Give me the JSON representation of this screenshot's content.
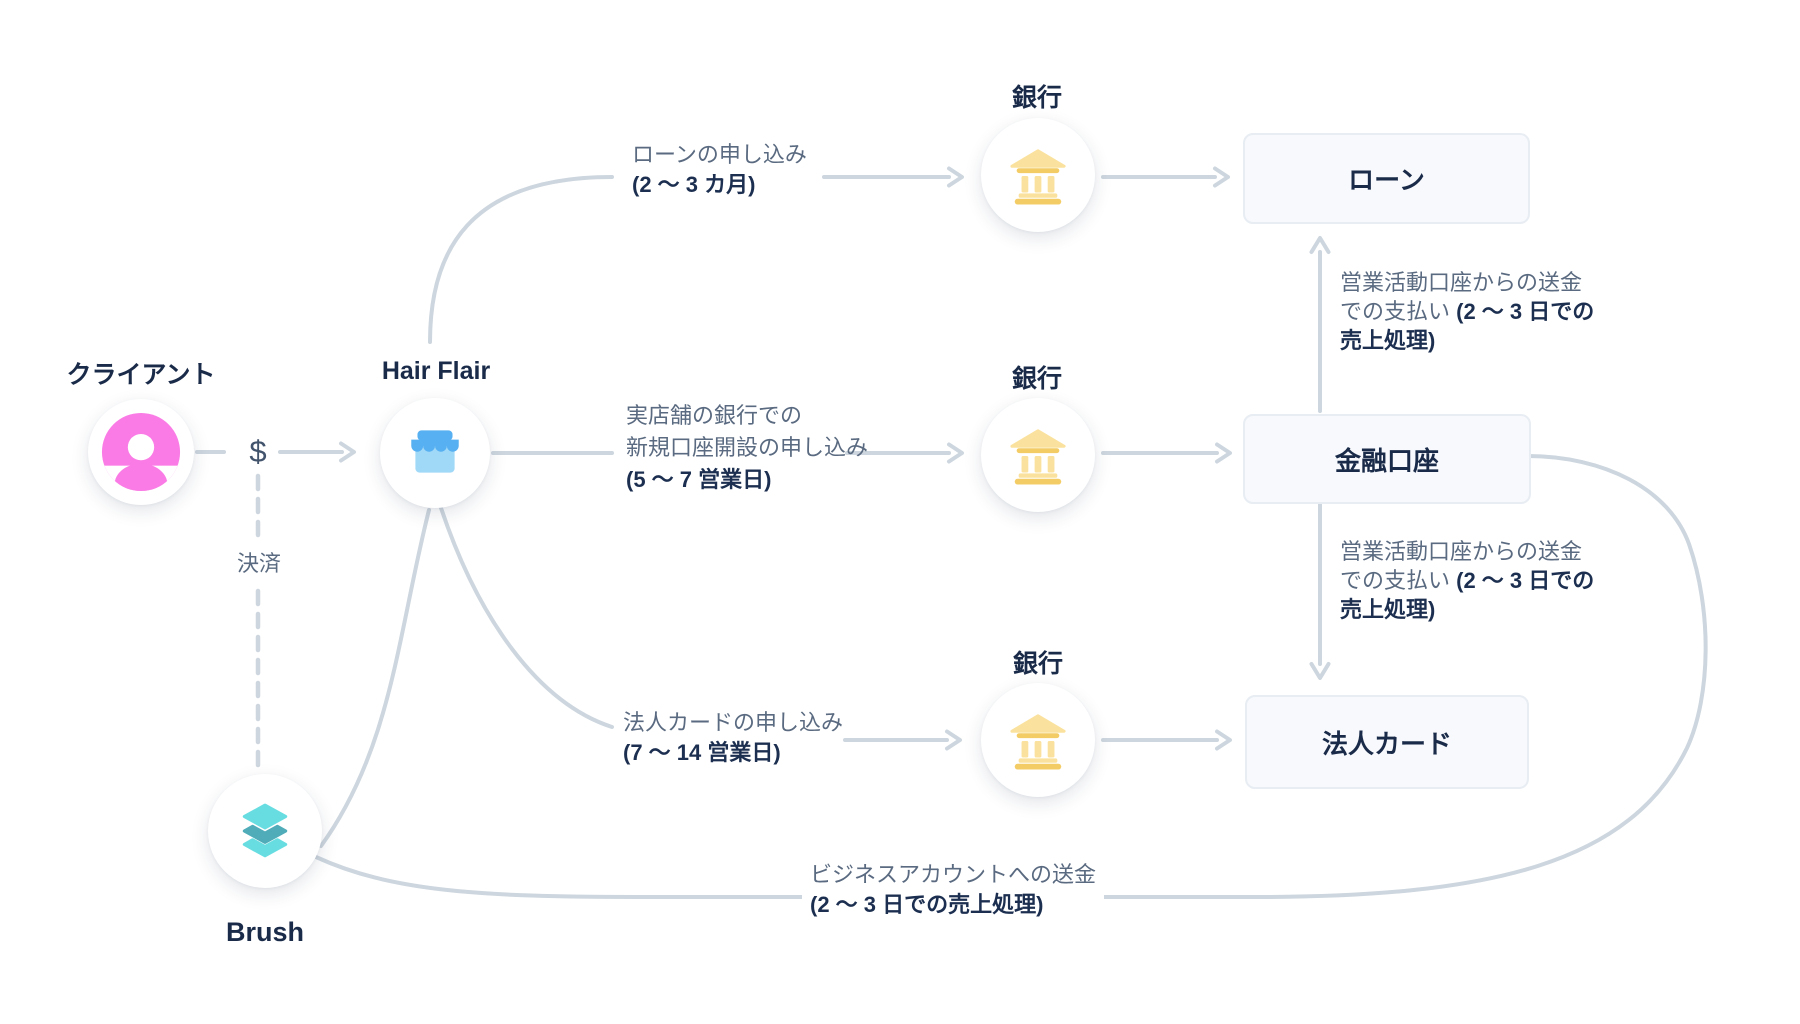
{
  "diagram_title": "Brush / Hair Flair payment flow diagram",
  "nodes": {
    "client": {
      "label": "クライアント"
    },
    "hair_flair": {
      "label": "Hair Flair"
    },
    "brush": {
      "label": "Brush"
    },
    "bank_top": {
      "label": "銀行"
    },
    "bank_mid": {
      "label": "銀行"
    },
    "bank_bottom": {
      "label": "銀行"
    },
    "loan_box": {
      "label": "ローン"
    },
    "account_box": {
      "label": "金融口座"
    },
    "card_box": {
      "label": "法人カード"
    }
  },
  "edges": {
    "payment_symbol": "$",
    "settlement_label": "決済",
    "loan_application": {
      "line1": "ローンの申し込み",
      "line2": "(2 〜 3 カ月)"
    },
    "account_application": {
      "line1": "実店舗の銀行での",
      "line2": "新規口座開設の申し込み",
      "line3": "(5 〜 7 営業日)"
    },
    "card_application": {
      "line1": "法人カードの申し込み",
      "line2": "(7 〜 14 営業日)"
    },
    "loan_payment": {
      "line1": "営業活動口座からの送金",
      "line2_regular": "での支払い ",
      "line2_bold": "(2 〜 3 日での",
      "line3": "売上処理)"
    },
    "card_payment": {
      "line1": "営業活動口座からの送金",
      "line2_regular": "での支払い ",
      "line2_bold": "(2 〜 3 日での",
      "line3": "売上処理)"
    },
    "payout": {
      "line1": "ビジネスアカウントへの送金",
      "line2": "(2 〜 3 日での売上処理)"
    }
  },
  "colors": {
    "connector": "#CDD6DE",
    "text_navy": "#1A2B49",
    "text_gray": "#5A6A80",
    "box_bg": "#F7F9FC",
    "box_border": "#E8EDF3",
    "avatar_pink": "#FA7BE5",
    "store_blue": "#57B0F1",
    "store_blue_light": "#A0D8F8",
    "bank_gold_light": "#FAE29E",
    "bank_gold_dark": "#F3CC66",
    "layers_teal_light": "#68DDE1",
    "layers_teal_dark": "#4FACB8"
  }
}
